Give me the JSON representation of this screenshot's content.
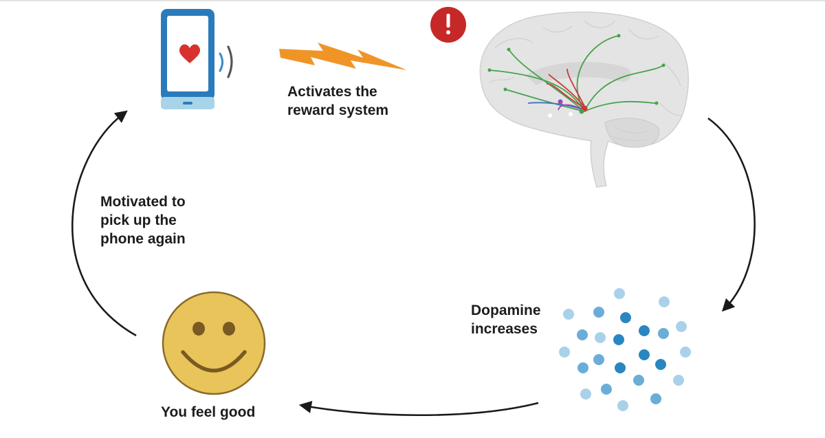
{
  "labels": {
    "activates": "Activates the\nreward system",
    "dopamine": "Dopamine\nincreases",
    "feel_good": "You feel good",
    "motivated": " Motivated to\npick up the\nphone again"
  },
  "alert_symbol": "!",
  "icons": {
    "phone": "smartphone-icon",
    "heart": "heart-icon",
    "vibration": "vibration-waves-icon",
    "lightning": "lightning-bolt-icon",
    "alert": "alert-badge-icon",
    "brain": "brain-icon",
    "dopamine": "dopamine-molecules-icon",
    "smiley": "smiley-face-icon"
  },
  "colors": {
    "phone_body": "#2b7bbb",
    "phone_base": "#a8d4ea",
    "heart": "#d8322f",
    "lightning": "#ef9528",
    "alert_badge": "#c62828",
    "brain": "#e4e4e4",
    "pathway_green": "#46a24a",
    "pathway_red": "#c93a3a",
    "dopamine_dark": "#2a86c0",
    "dopamine_light": "#a9d2ea",
    "smiley_face": "#e8c45a",
    "smiley_features": "#7a5a22",
    "arrows": "#1a1a1a"
  }
}
